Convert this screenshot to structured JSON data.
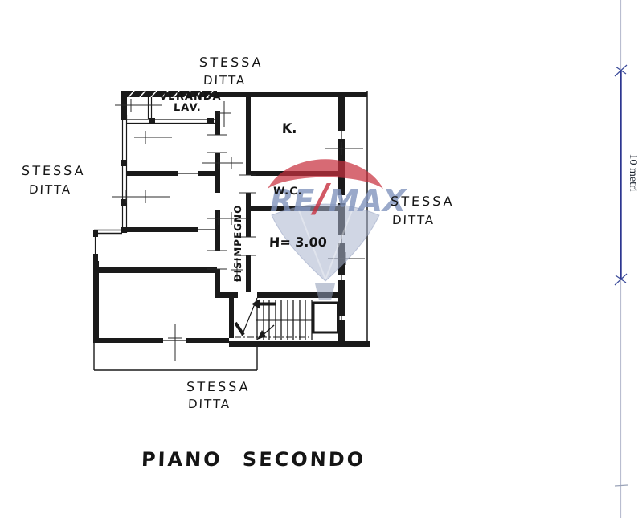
{
  "title": "PIANO SECONDO",
  "neighbor_labels": {
    "top": {
      "line1": "STESSA",
      "line2": "DITTA"
    },
    "left": {
      "line1": "STESSA",
      "line2": "DITTA"
    },
    "right": {
      "line1": "STESSA",
      "line2": "DITTA"
    },
    "bottom": {
      "line1": "STESSA",
      "line2": "DITTA"
    }
  },
  "rooms": {
    "veranda_line1": "VERANDA",
    "veranda_line2": "LAV.",
    "kitchen": "K.",
    "wc": "W.C.",
    "corridor": "DISIMPEGNO",
    "ceiling_height": "H= 3.00"
  },
  "scale_bar": {
    "label": "10 metri"
  },
  "watermark": {
    "brand_left": "RE",
    "brand_slash": "/",
    "brand_right": "MAX"
  },
  "colors": {
    "wall": "#1a1a1a",
    "dimension_marks": "#2b2b2b",
    "watermark_red": "#c7303f",
    "watermark_balloon": "#a9b4ce",
    "watermark_text_blue": "#8194bd",
    "scale_bar_dark_blue": "#2c3590",
    "scale_bar_light": "#b9bdd0"
  }
}
